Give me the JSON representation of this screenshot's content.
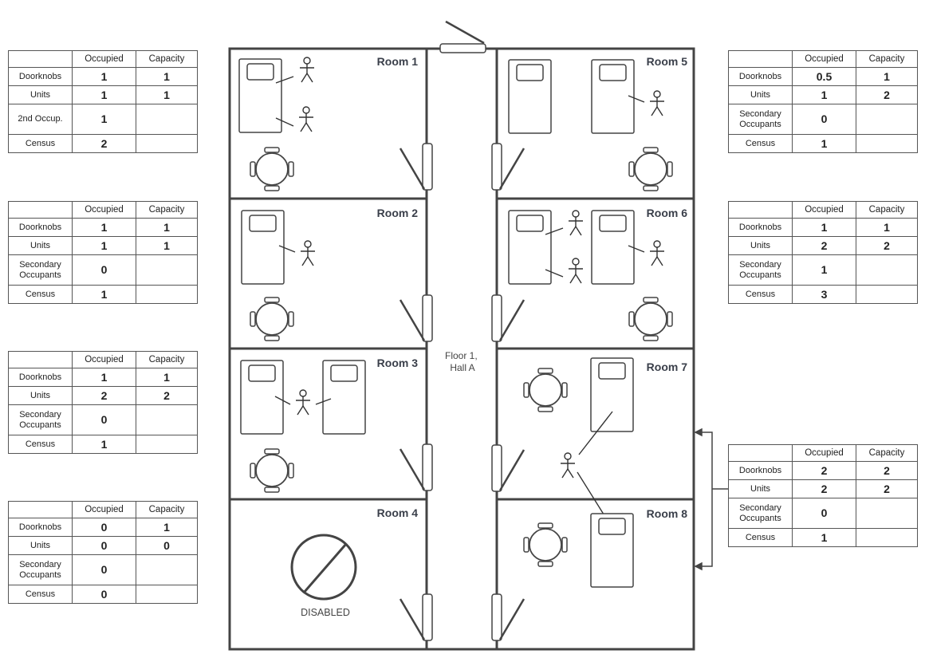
{
  "hall_label": [
    "Floor 1,",
    "Hall A"
  ],
  "disabled_label": "DISABLED",
  "rooms": [
    {
      "label": "Room 1"
    },
    {
      "label": "Room 2"
    },
    {
      "label": "Room 3"
    },
    {
      "label": "Room 4"
    },
    {
      "label": "Room 5"
    },
    {
      "label": "Room 6"
    },
    {
      "label": "Room 7"
    },
    {
      "label": "Room 8"
    }
  ],
  "tables": [
    {
      "headers": [
        "",
        "Occupied",
        "Capacity"
      ],
      "rows": [
        [
          "Doorknobs",
          "1",
          "1"
        ],
        [
          "Units",
          "1",
          "1"
        ],
        [
          "2nd Occup.",
          "1",
          ""
        ],
        [
          "Census",
          "2",
          ""
        ]
      ]
    },
    {
      "headers": [
        "",
        "Occupied",
        "Capacity"
      ],
      "rows": [
        [
          "Doorknobs",
          "1",
          "1"
        ],
        [
          "Units",
          "1",
          "1"
        ],
        [
          "Secondary Occupants",
          "0",
          ""
        ],
        [
          "Census",
          "1",
          ""
        ]
      ]
    },
    {
      "headers": [
        "",
        "Occupied",
        "Capacity"
      ],
      "rows": [
        [
          "Doorknobs",
          "1",
          "1"
        ],
        [
          "Units",
          "2",
          "2"
        ],
        [
          "Secondary Occupants",
          "0",
          ""
        ],
        [
          "Census",
          "1",
          ""
        ]
      ]
    },
    {
      "headers": [
        "",
        "Occupied",
        "Capacity"
      ],
      "rows": [
        [
          "Doorknobs",
          "0",
          "1"
        ],
        [
          "Units",
          "0",
          "0"
        ],
        [
          "Secondary Occupants",
          "0",
          ""
        ],
        [
          "Census",
          "0",
          ""
        ]
      ]
    },
    {
      "headers": [
        "",
        "Occupied",
        "Capacity"
      ],
      "rows": [
        [
          "Doorknobs",
          "0.5",
          "1"
        ],
        [
          "Units",
          "1",
          "2"
        ],
        [
          "Secondary Occupants",
          "0",
          ""
        ],
        [
          "Census",
          "1",
          ""
        ]
      ]
    },
    {
      "headers": [
        "",
        "Occupied",
        "Capacity"
      ],
      "rows": [
        [
          "Doorknobs",
          "1",
          "1"
        ],
        [
          "Units",
          "2",
          "2"
        ],
        [
          "Secondary Occupants",
          "1",
          ""
        ],
        [
          "Census",
          "3",
          ""
        ]
      ]
    },
    {
      "headers": [
        "",
        "Occupied",
        "Capacity"
      ],
      "rows": [
        [
          "Doorknobs",
          "2",
          "2"
        ],
        [
          "Units",
          "2",
          "2"
        ],
        [
          "Secondary Occupants",
          "0",
          ""
        ],
        [
          "Census",
          "1",
          ""
        ]
      ]
    }
  ]
}
